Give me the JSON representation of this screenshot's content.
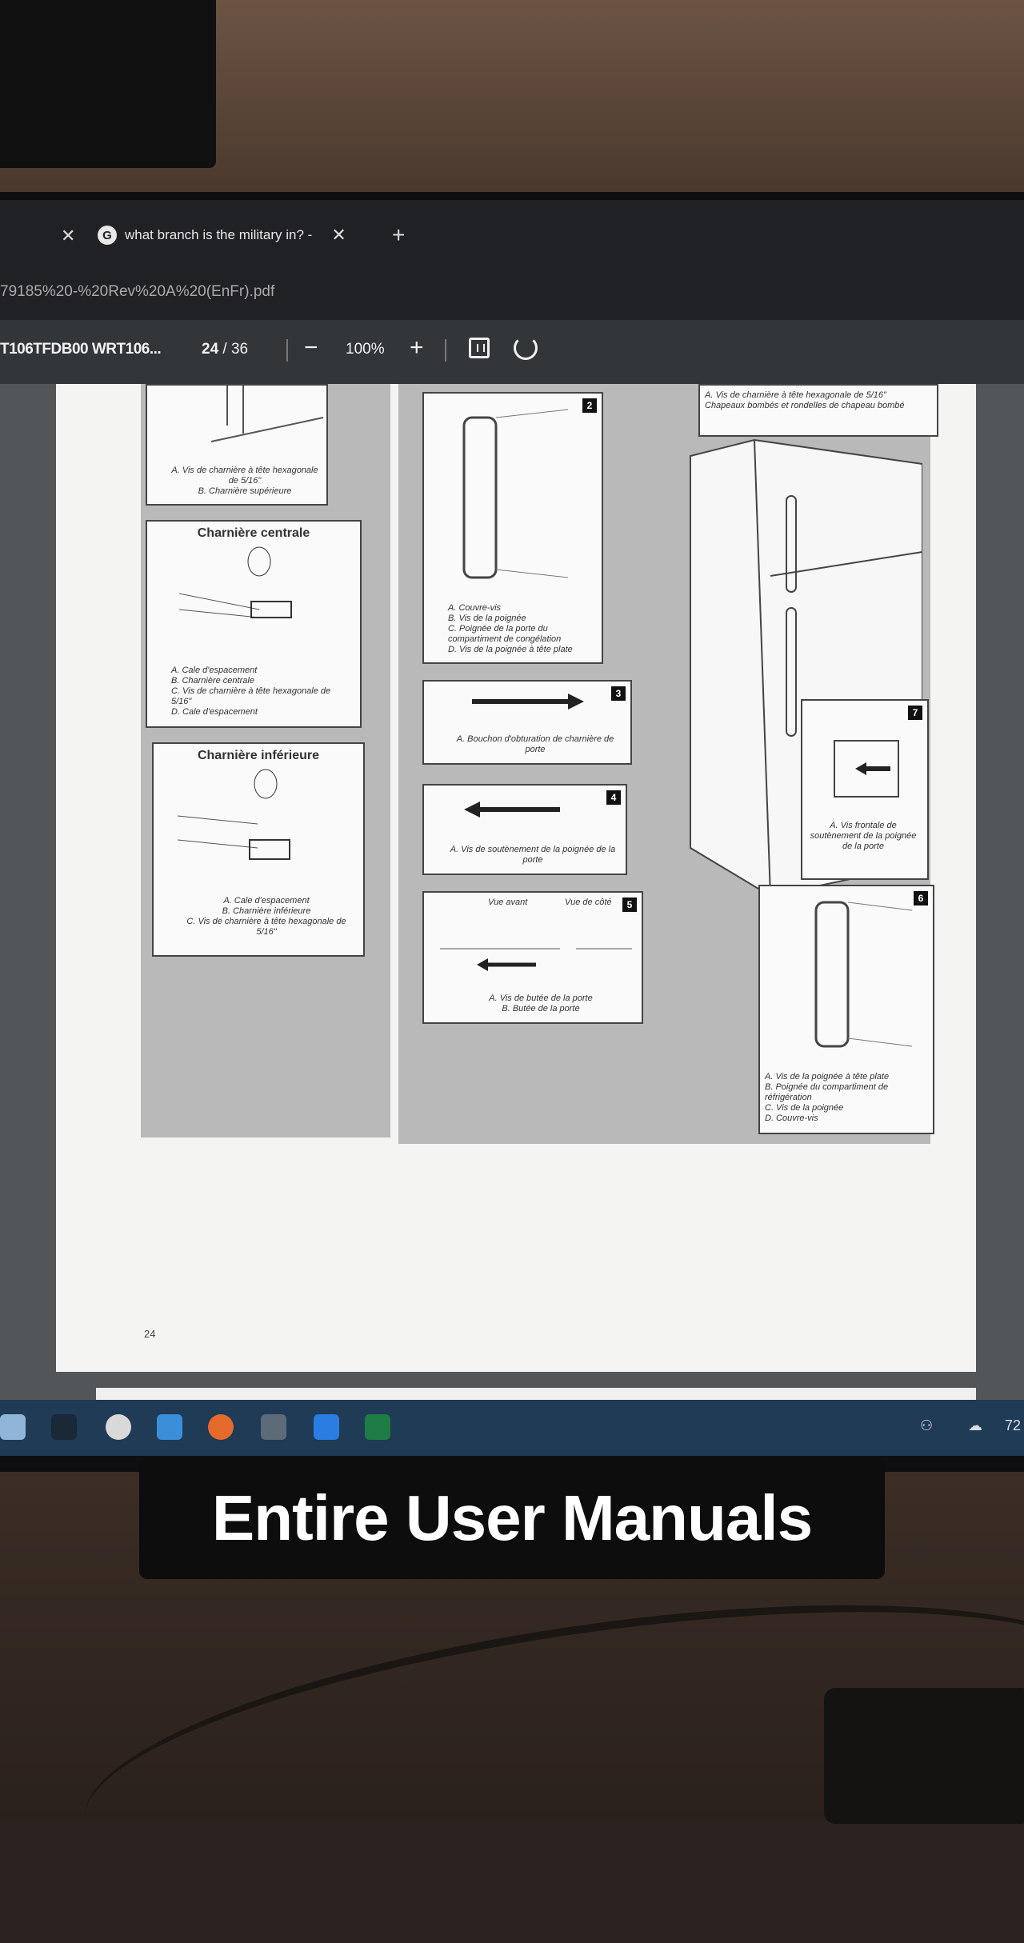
{
  "browser": {
    "tab_title": "what branch is the military in? -",
    "tab_icon": "G",
    "address": "79185%20-%20Rev%20A%20(EnFr).pdf"
  },
  "pdf_toolbar": {
    "title": "T106TFDB00 WRT106...",
    "page_current": "24",
    "page_total": "/ 36",
    "zoom_out": "−",
    "zoom": "100%",
    "zoom_in": "+"
  },
  "document": {
    "page_number": "24",
    "figures": {
      "hinge_top_caption_a": "A. Vis de charnière à tête hexagonale de 5/16\"",
      "hinge_top_caption_b": "B. Charnière supérieure",
      "hinge_center_title": "Charnière centrale",
      "hinge_center_caption": [
        "A. Cale d'espacement",
        "B. Charnière centrale",
        "C. Vis de charnière à tête hexagonale de 5/16\"",
        "D. Cale d'espacement"
      ],
      "hinge_bottom_title": "Charnière inférieure",
      "hinge_bottom_caption": [
        "A. Cale d'espacement",
        "B. Charnière inférieure",
        "C. Vis de charnière à tête hexagonale de 5/16\""
      ],
      "fig2_num": "2",
      "fig2_caption": [
        "A. Couvre-vis",
        "B. Vis de la poignée",
        "C. Poignée de la porte du compartiment de congélation",
        "D. Vis de la poignée à tête plate"
      ],
      "fig3_num": "3",
      "fig3_caption": "A. Bouchon d'obturation de charnière de porte",
      "fig4_num": "4",
      "fig4_caption": "A. Vis de soutènement de la poignée de la porte",
      "fig5_num": "5",
      "fig5_view_front": "Vue avant",
      "fig5_view_side": "Vue de côté",
      "fig5_caption": [
        "A. Vis de butée de la porte",
        "B. Butée de la porte"
      ],
      "fig1_caption": "A. Vis de charnière à tête hexagonale de 5/16\" Chapeaux bombés et rondelles de chapeau bombé",
      "fig7_num": "7",
      "fig7_caption": "A. Vis frontale de soutènement de la poignée de la porte",
      "fig6_num": "6",
      "fig6_caption": [
        "A. Vis de la poignée à tête plate",
        "B. Poignée du compartiment de réfrigération",
        "C. Vis de la poignée",
        "D. Couvre-vis"
      ]
    }
  },
  "taskbar": {
    "weather": "72"
  },
  "caption": "Entire User Manuals"
}
